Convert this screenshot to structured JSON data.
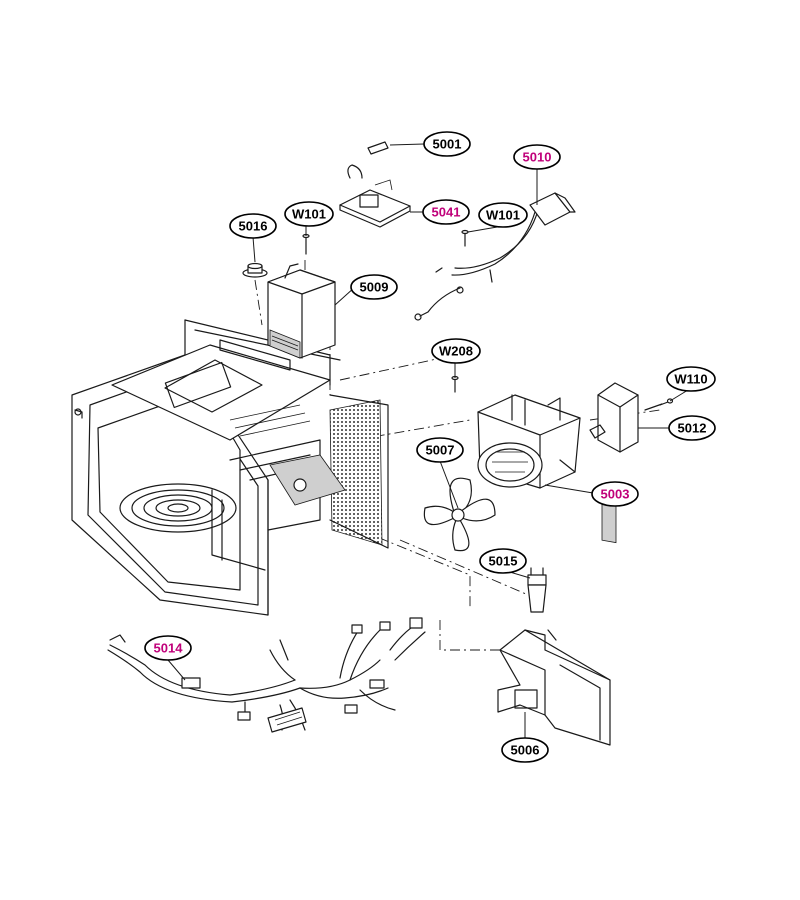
{
  "colors": {
    "label_black": "#000000",
    "label_magenta": "#c0007a",
    "line": "#1a1a1a",
    "background": "#ffffff"
  },
  "callouts": [
    {
      "id": "5001",
      "text": "5001",
      "color": "#000000"
    },
    {
      "id": "5010",
      "text": "5010",
      "color": "#c0007a"
    },
    {
      "id": "5041",
      "text": "5041",
      "color": "#c0007a"
    },
    {
      "id": "w101a",
      "text": "W101",
      "color": "#000000"
    },
    {
      "id": "w101b",
      "text": "W101",
      "color": "#000000"
    },
    {
      "id": "5016",
      "text": "5016",
      "color": "#000000"
    },
    {
      "id": "5009",
      "text": "5009",
      "color": "#000000"
    },
    {
      "id": "w208",
      "text": "W208",
      "color": "#000000"
    },
    {
      "id": "w110",
      "text": "W110",
      "color": "#000000"
    },
    {
      "id": "5012",
      "text": "5012",
      "color": "#000000"
    },
    {
      "id": "5007",
      "text": "5007",
      "color": "#000000"
    },
    {
      "id": "5003",
      "text": "5003",
      "color": "#c0007a"
    },
    {
      "id": "5015",
      "text": "5015",
      "color": "#000000"
    },
    {
      "id": "5014",
      "text": "5014",
      "color": "#c0007a"
    },
    {
      "id": "5006",
      "text": "5006",
      "color": "#000000"
    }
  ]
}
